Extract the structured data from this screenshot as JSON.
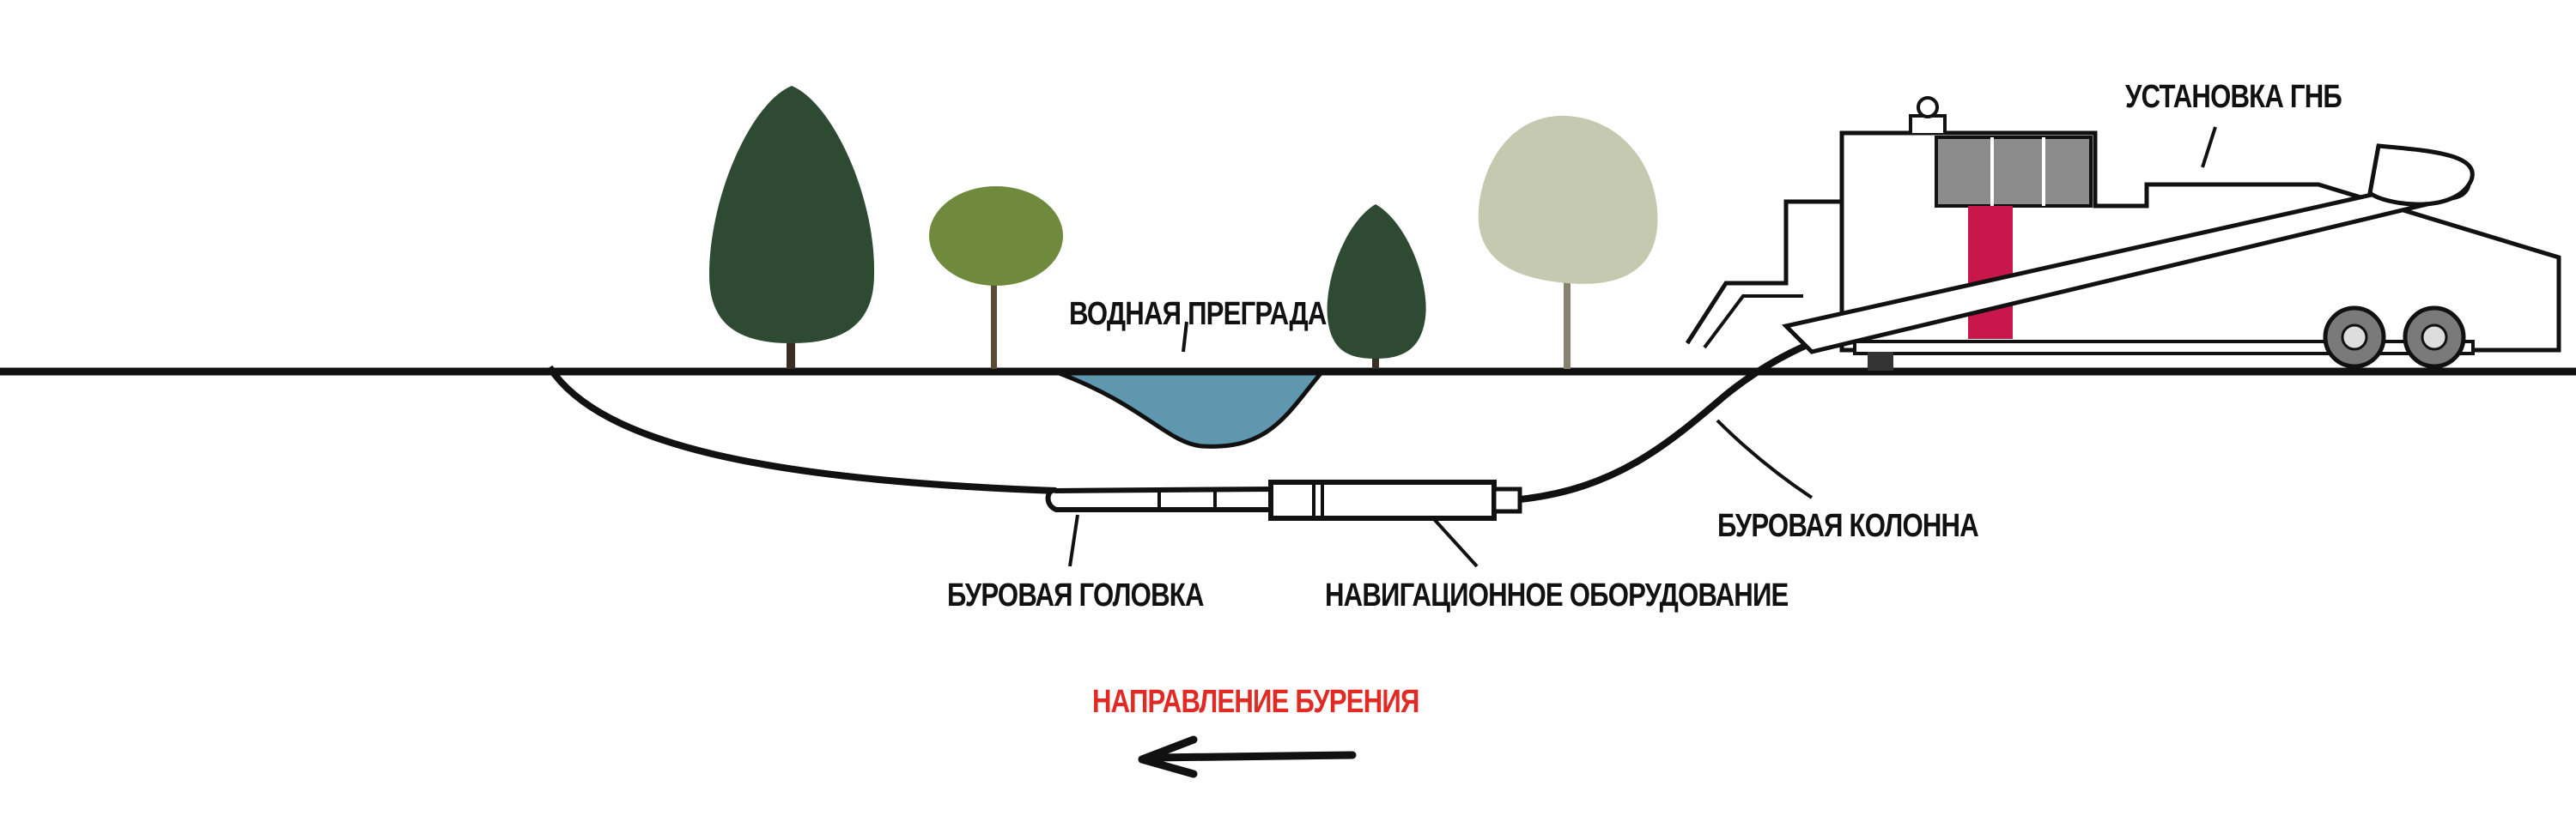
{
  "labels": {
    "water_obstacle": "ВОДНАЯ ПРЕГРАДА",
    "hdd_rig": "УСТАНОВКА ГНБ",
    "drill_string": "БУРОВАЯ КОЛОННА",
    "drill_head": "БУРОВАЯ ГОЛОВКА",
    "navigation_equipment": "НАВИГАЦИОННОЕ ОБОРУДОВАНИЕ",
    "drilling_direction": "НАПРАВЛЕНИЕ БУРЕНИЯ"
  },
  "colors": {
    "ground_line": "#111111",
    "water": "#5e97ae",
    "mast": "#c8174a",
    "label_red": "#e12a23",
    "tree_dark": "#2f4a33",
    "tree_olive": "#6f8a3c",
    "tree_light": "#c4c9b0",
    "rig_grey": "#8c8c8c"
  },
  "icons": {
    "direction_arrow": "arrow-left-icon"
  }
}
